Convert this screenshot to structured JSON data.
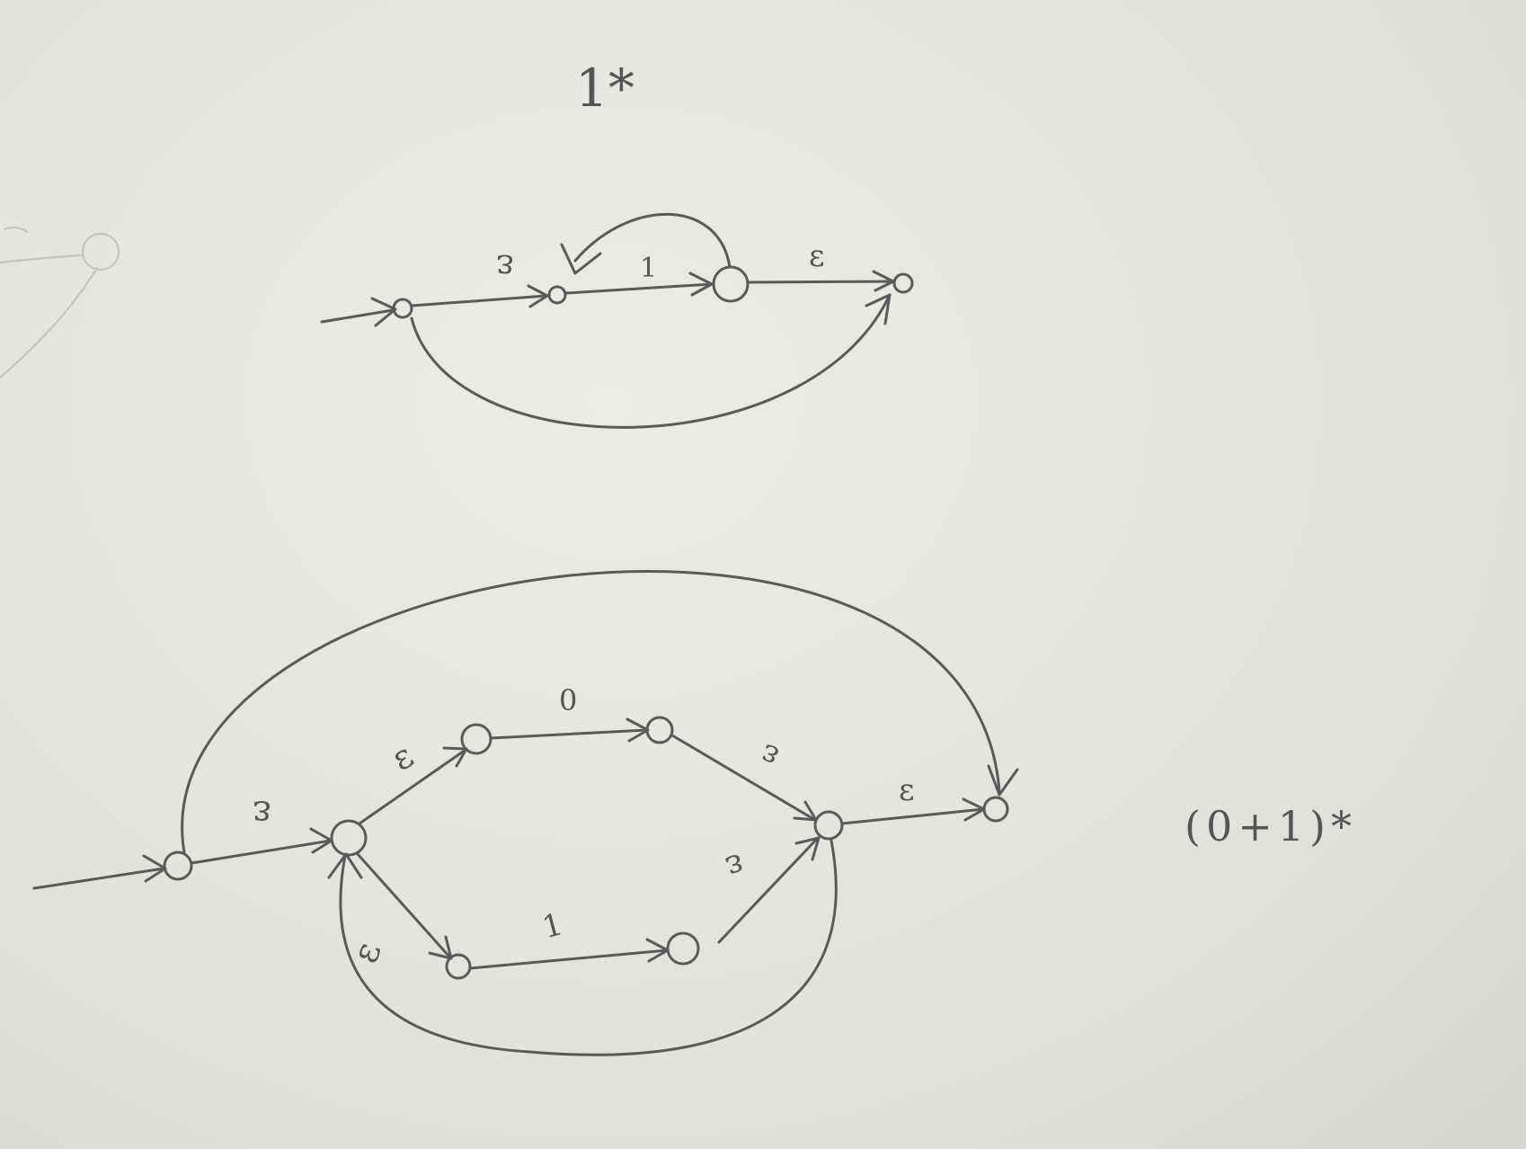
{
  "top_diagram": {
    "title": "1*",
    "labels": {
      "eps_in": "ε",
      "one": "1",
      "eps_out": "ε"
    }
  },
  "bottom_diagram": {
    "regex": "(0+1)*",
    "labels": {
      "eps_start": "ε",
      "eps_upper": "ε",
      "zero": "0",
      "eps_upper_right": "ε",
      "eps_loop": "ε",
      "one": "1",
      "eps_lower_right": "ε",
      "eps_final": "ε"
    }
  },
  "colors": {
    "pencil": "#5a5a5a",
    "paper": "#e8e7e3"
  }
}
